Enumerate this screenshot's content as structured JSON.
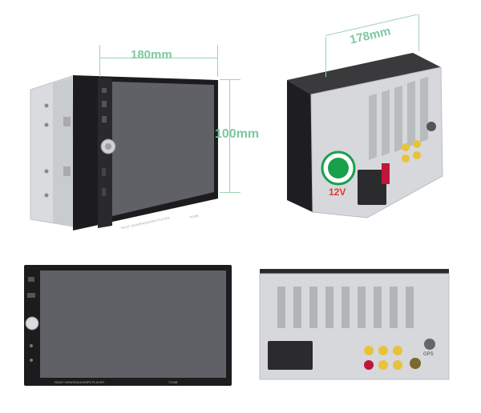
{
  "dimensions": {
    "front_width": "180mm",
    "height": "100mm",
    "depth": "178mm"
  },
  "labels": {
    "bottom_label": "REAR VIEW/RADIO/MP5 PLAYER",
    "model": "7018B",
    "voltage": "12V",
    "gps_port": "GPS"
  },
  "colors": {
    "screen": "#606166",
    "bezel": "#1c1c1e",
    "metal": "#d6d8db",
    "dimension": "#7fc8a0",
    "sticker": "#19a04a"
  },
  "icons": [
    "usb-icon",
    "volume-knob-icon",
    "power-icon",
    "mic-icon",
    "rca-connector-icon",
    "harness-connector-icon"
  ]
}
